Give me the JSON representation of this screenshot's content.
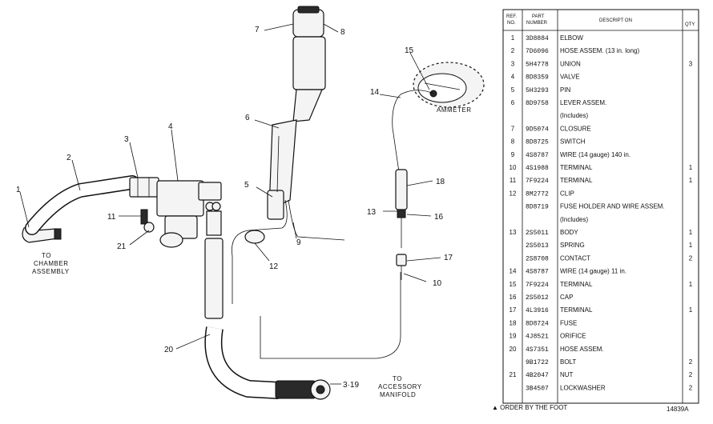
{
  "diagram": {
    "callouts": [
      "1",
      "2",
      "3",
      "4",
      "5",
      "6",
      "7",
      "8",
      "9",
      "10",
      "11",
      "12",
      "13",
      "14",
      "15",
      "16",
      "17",
      "18",
      "20",
      "21",
      "3·19"
    ],
    "notes": {
      "chamber": [
        "TO",
        "CHAMBER",
        "ASSEMBLY"
      ],
      "ammeter": "AMMETER",
      "manifold": [
        "TO",
        "ACCESSORY",
        "MANIFOLD"
      ]
    }
  },
  "parts_table": {
    "headers": {
      "ref": [
        "REF.",
        "NO."
      ],
      "part": [
        "PART",
        "NUMBER"
      ],
      "desc": "DESCRIPT ON",
      "qty": "QTY"
    },
    "rows": [
      {
        "ref": "1",
        "part": "3D8884",
        "desc": "ELBOW",
        "qty": ""
      },
      {
        "ref": "2",
        "part": "7D6096",
        "desc": "HOSE ASSEM.  (13 in. long)",
        "qty": ""
      },
      {
        "ref": "3",
        "part": "5H4778",
        "desc": "UNION",
        "qty": "3"
      },
      {
        "ref": "4",
        "part": "8D8359",
        "desc": "VALVE",
        "qty": ""
      },
      {
        "ref": "5",
        "part": "5H3293",
        "desc": "PIN",
        "qty": ""
      },
      {
        "ref": "6",
        "part": "8D9758",
        "desc": "LEVER ASSEM.",
        "qty": ""
      },
      {
        "ref": "",
        "part": "",
        "desc": "(Includes)",
        "qty": ""
      },
      {
        "ref": "7",
        "part": "9D5074",
        "desc": "CLOSURE",
        "qty": ""
      },
      {
        "ref": "8",
        "part": "8D8725",
        "desc": "SWITCH",
        "qty": ""
      },
      {
        "ref": "9",
        "part": "4S8787",
        "desc": "WIRE  (14 gauge)  140 in.",
        "qty": ""
      },
      {
        "ref": "10",
        "part": "4S1988",
        "desc": "TERMINAL",
        "qty": "1"
      },
      {
        "ref": "11",
        "part": "7F9224",
        "desc": "TERMINAL",
        "qty": "1"
      },
      {
        "ref": "12",
        "part": "8M2772",
        "desc": "CLIP",
        "qty": ""
      },
      {
        "ref": "",
        "part": "8D8719",
        "desc": "FUSE HOLDER AND WIRE ASSEM.",
        "qty": ""
      },
      {
        "ref": "",
        "part": "",
        "desc": "(Includes)",
        "qty": ""
      },
      {
        "ref": "13",
        "part": "2S5011",
        "desc": "BODY",
        "qty": "1"
      },
      {
        "ref": "",
        "part": "2S5013",
        "desc": "SPRING",
        "qty": "1"
      },
      {
        "ref": "",
        "part": "2S8708",
        "desc": "CONTACT",
        "qty": "2"
      },
      {
        "ref": "14",
        "part": "4S8787",
        "desc": "WIRE  (14 gauge)  11 in.",
        "qty": ""
      },
      {
        "ref": "15",
        "part": "7F9224",
        "desc": "TERMINAL",
        "qty": "1"
      },
      {
        "ref": "16",
        "part": "2S5012",
        "desc": "CAP",
        "qty": ""
      },
      {
        "ref": "17",
        "part": "4L3916",
        "desc": "TERMINAL",
        "qty": "1"
      },
      {
        "ref": "18",
        "part": "8D8724",
        "desc": "FUSE",
        "qty": ""
      },
      {
        "ref": "19",
        "part": "4J8521",
        "desc": "ORIFICE",
        "qty": ""
      },
      {
        "ref": "20",
        "part": "4S7351",
        "desc": "HOSE ASSEM.",
        "qty": ""
      },
      {
        "ref": "",
        "part": "9B1722",
        "desc": "BOLT",
        "qty": "2"
      },
      {
        "ref": "21",
        "part": "4B2047",
        "desc": "NUT",
        "qty": "2"
      },
      {
        "ref": "",
        "part": "3B4507",
        "desc": "LOCKWASHER",
        "qty": "2"
      }
    ],
    "footer": "▲ ORDER BY THE FOOT",
    "figure_id": "14839A"
  }
}
